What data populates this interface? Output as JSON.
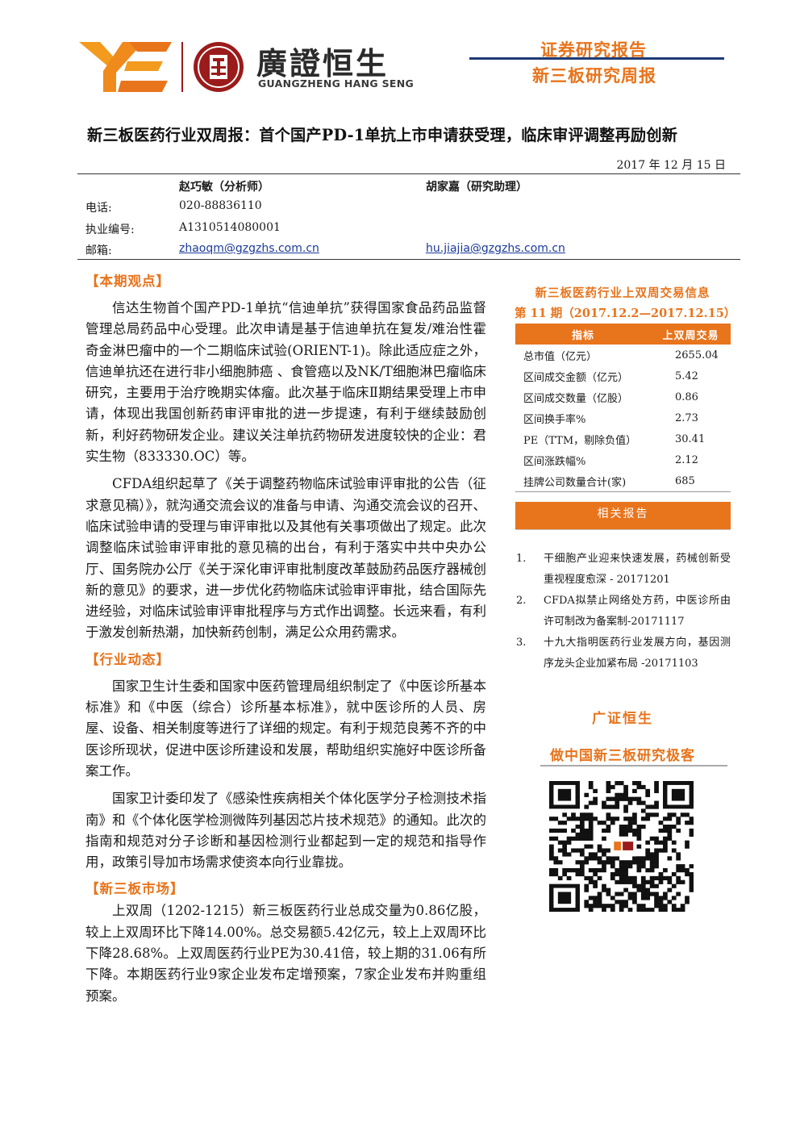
{
  "header": {
    "logo_cn": "廣證恒生",
    "logo_en": "GUANGZHENG HANG SENG",
    "report_type": "证券研究报告",
    "report_series": "新三板研究周报"
  },
  "title": "新三板医药行业双周报：首个国产PD-1单抗上市申请获受理，临床审评调整再励创新",
  "date": "2017 年 12 月 15 日",
  "analysts": {
    "labels": {
      "phone": "电话:",
      "license": "执业编号:",
      "email": "邮箱:"
    },
    "primary": {
      "name": "赵巧敏（分析师）",
      "phone": "020-88836110",
      "license": "A1310514080001",
      "email": "zhaoqm@gzgzhs.com.cn"
    },
    "assistant": {
      "name": "胡家嘉（研究助理）",
      "email": "hu.jiajia@gzgzhs.com.cn"
    }
  },
  "sections": {
    "view": {
      "heading": "【本期观点】",
      "paragraphs": [
        "信达生物首个国产PD-1单抗“信迪单抗”获得国家食品药品监督管理总局药品中心受理。此次申请是基于信迪单抗在复发/难治性霍奇金淋巴瘤中的一个二期临床试验(ORIENT-1)。除此适应症之外，信迪单抗还在进行非小细胞肺癌 、食管癌以及NK/T细胞淋巴瘤临床研究，主要用于治疗晚期实体瘤。此次基于临床Ⅱ期结果受理上市申请，体现出我国创新药审评审批的进一步提速，有利于继续鼓励创新，利好药物研发企业。建议关注单抗药物研发进度较快的企业：君实生物（833330.OC）等。",
        "CFDA组织起草了《关于调整药物临床试验审评审批的公告（征求意见稿）》，就沟通交流会议的准备与申请、沟通交流会议的召开、临床试验申请的受理与审评审批以及其他有关事项做出了规定。此次调整临床试验审评审批的意见稿的出台，有利于落实中共中央办公厅、国务院办公厅《关于深化审评审批制度改革鼓励药品医疗器械创新的意见》的要求，进一步优化药物临床试验审评审批，结合国际先进经验，对临床试验审评审批程序与方式作出调整。长远来看，有利于激发创新热潮，加快新药创制，满足公众用药需求。"
      ]
    },
    "industry": {
      "heading": "【行业动态】",
      "paragraphs": [
        "国家卫生计生委和国家中医药管理局组织制定了《中医诊所基本标准》和《中医（综合）诊所基本标准》，就中医诊所的人员、房屋、设备、相关制度等进行了详细的规定。有利于规范良莠不齐的中医诊所现状，促进中医诊所建设和发展，帮助组织实施好中医诊所备案工作。",
        "国家卫计委印发了《感染性疾病相关个体化医学分子检测技术指南》和《个体化医学检测微阵列基因芯片技术规范》的通知。此次的指南和规范对分子诊断和基因检测行业都起到一定的规范和指导作用，政策引导加市场需求使资本向行业靠拢。"
      ]
    },
    "market": {
      "heading": "【新三板市场】",
      "paragraphs": [
        "上双周（1202-1215）新三板医药行业总成交量为0.86亿股，较上上双周环比下降14.00%。总交易额5.42亿元，较上上双周环比下降28.68%。上双周医药行业PE为30.41倍，较上期的31.06有所下降。本期医药行业9家企业发布定增预案，7家企业发布并购重组预案。"
      ]
    }
  },
  "sidebar": {
    "table_title": "新三板医药行业上双周交易信息",
    "table_period": "第 11 期（2017.12.2—2017.12.15）",
    "table_headers": [
      "指标",
      "上双周交易"
    ],
    "table_rows": [
      {
        "label": "总市值（亿元）",
        "value": "2655.04"
      },
      {
        "label": "区间成交金额（亿元）",
        "value": "5.42"
      },
      {
        "label": "区间成交数量（亿股）",
        "value": "0.86"
      },
      {
        "label": "区间换手率%",
        "value": "2.73"
      },
      {
        "label": "PE（TTM，剔除负值）",
        "value": "30.41"
      },
      {
        "label": "区间涨跌幅%",
        "value": "2.12"
      },
      {
        "label": "挂牌公司数量合计(家)",
        "value": "685"
      }
    ],
    "related_title": "相关报告",
    "related_reports": [
      {
        "num": "1.",
        "text": "干细胞产业迎来快速发展，药械创新受重视程度愈深 - 20171201"
      },
      {
        "num": "2.",
        "text": "CFDA拟禁止网络处方药，中医诊所由许可制改为备案制-20171117"
      },
      {
        "num": "3.",
        "text": "十九大指明医药行业发展方向，基因测序龙头企业加紧布局 -20171103"
      }
    ],
    "brand": "广证恒生",
    "slogan": "做中国新三板研究极客"
  },
  "colors": {
    "accent": "#e8741c",
    "navy": "#1f3b77",
    "seal_red": "#9b1b1b",
    "link": "#1b3a9a"
  }
}
